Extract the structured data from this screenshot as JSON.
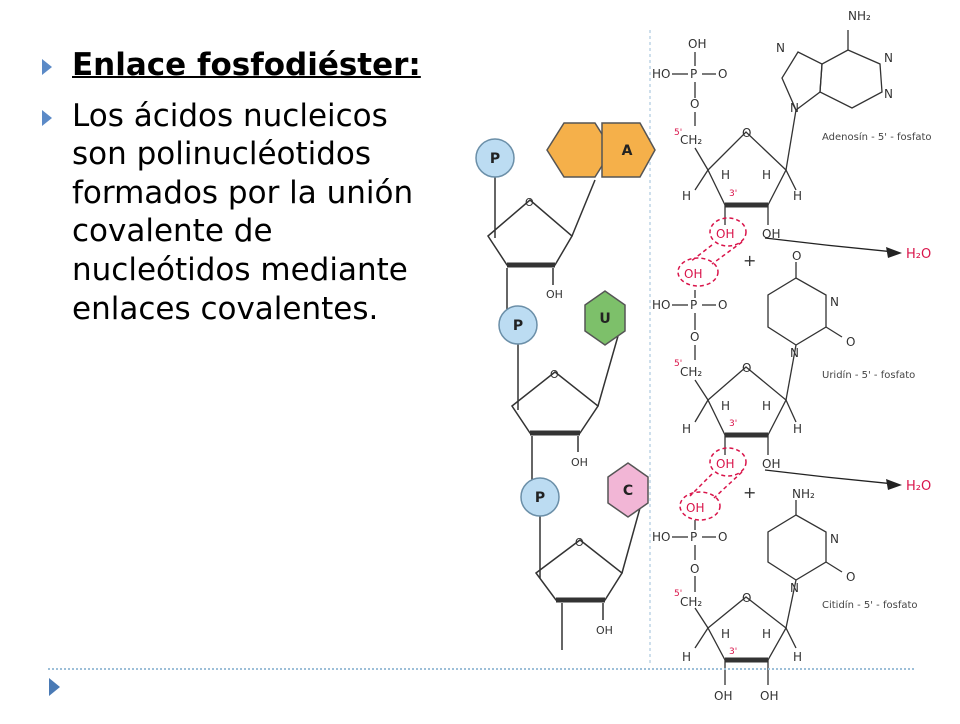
{
  "slide": {
    "bullets": [
      {
        "text": "Enlace fosfodiéster:"
      },
      {
        "text": "Los ácidos nucleicos son polinucléotidos formados por la unión covalente de nucleótidos mediante enlaces covalentes."
      }
    ]
  },
  "figure": {
    "left_chain": [
      {
        "phosphate": "P",
        "base": "A",
        "oh": "OH",
        "base_color": "#f5b04a"
      },
      {
        "phosphate": "P",
        "base": "U",
        "oh": "OH",
        "base_color": "#7dc06a"
      },
      {
        "phosphate": "P",
        "base": "C",
        "oh": "OH",
        "base_color": "#f2b6d6"
      }
    ],
    "labels": {
      "adenosin": "Adenosín - 5' - fosfato",
      "uridin": "Uridín - 5' - fosfato",
      "citidin": "Citidín - 5' - fosfato",
      "water": "H₂O",
      "plus": "+",
      "nh2": "NH₂",
      "oh": "OH",
      "ho": "HO",
      "p": "P",
      "o": "O",
      "n": "N",
      "h": "H",
      "ch2": "CH₂",
      "five_prime": "5'",
      "three_prime": "3'"
    },
    "colors": {
      "phosphate": "#bcdcf2",
      "accent": "#d9144a",
      "bullet_arrow": "#5b8ac7"
    }
  }
}
